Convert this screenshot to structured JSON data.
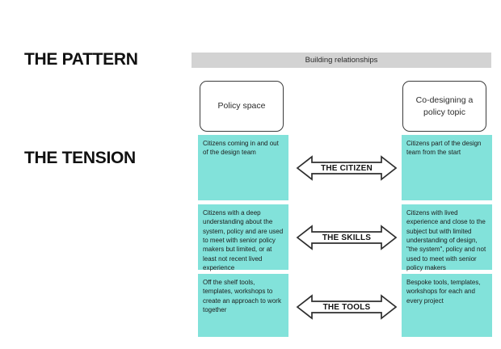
{
  "rail": {
    "pattern_label": "THE PATTERN",
    "tension_label": "THE TENSION"
  },
  "band": {
    "label": "Building relationships",
    "color": "#d3d3d3"
  },
  "cards": {
    "left": "Policy space",
    "right": "Co-designing a policy topic"
  },
  "colors": {
    "tension_block": "#82e2da",
    "band": "#d3d3d3",
    "card_border": "#3b3b3b",
    "text": "#1c1c1c"
  },
  "rows": [
    {
      "arrow_label": "THE CITIZEN",
      "left_text": "Citizens coming in and out of the design team",
      "right_text": "Citizens part of the design team from the start"
    },
    {
      "arrow_label": "THE SKILLS",
      "left_text": "Citizens with a deep understanding about the system, policy and are used to meet with senior policy makers but limited, or at least not recent lived experience",
      "right_text": "Citizens with lived experience and close to the subject but with limited understanding of design, \"the system\", policy and not used to meet with senior policy makers"
    },
    {
      "arrow_label": "THE TOOLS",
      "left_text": "Off the shelf tools, templates, workshops to create an approach to work together",
      "right_text": "Bespoke tools, templates, workshops for each and every project"
    }
  ]
}
